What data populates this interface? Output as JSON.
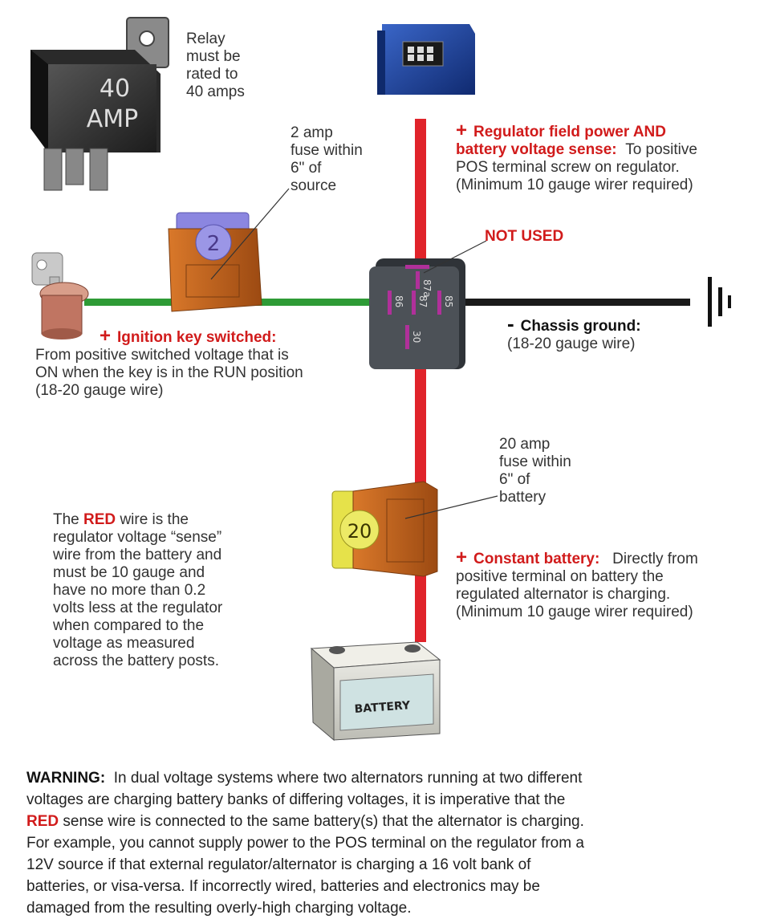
{
  "relay_icon": {
    "label_top": "40",
    "label_bottom": "AMP"
  },
  "relay_note": [
    "Relay",
    "must be",
    "rated to",
    "40 amps"
  ],
  "fuse_small": {
    "label": "2",
    "note": [
      "2 amp",
      "fuse within",
      "6\" of",
      "source"
    ]
  },
  "fuse_large": {
    "label": "20",
    "note": [
      "20 amp",
      "fuse within",
      "6\" of",
      "battery"
    ]
  },
  "relay_pins": {
    "p87a": "87a",
    "p86": "86",
    "p87": "87",
    "p85": "85",
    "p30": "30"
  },
  "not_used": "NOT USED",
  "regulator_field": {
    "plus": "+",
    "title_line1": "Regulator field power AND",
    "title_line2": "battery voltage sense:",
    "line2_rest": "To positive",
    "line3": "POS terminal screw on regulator.",
    "line4": "(Minimum 10 gauge wirer required)"
  },
  "ignition": {
    "plus": "+",
    "title": "Ignition key switched:",
    "line1": "From positive switched voltage that is",
    "line2": "ON when the key is in the RUN position",
    "line3": "(18-20 gauge wire)"
  },
  "chassis": {
    "minus": "-",
    "title": "Chassis ground:",
    "line1": "(18-20 gauge wire)"
  },
  "constant_battery": {
    "plus": "+",
    "title": "Constant battery:",
    "line1_rest": "Directly from",
    "line2": "positive terminal on battery the",
    "line3": "regulated alternator is charging.",
    "line4": "(Minimum 10 gauge wirer required)"
  },
  "red_note": {
    "prefix": "The",
    "red_word": "RED",
    "suffix": "wire is the",
    "lines": [
      "regulator voltage “sense”",
      "wire from the battery and",
      "must be 10 gauge and",
      "have no more than 0.2",
      "volts less at the regulator",
      "when compared to the",
      "voltage as measured",
      "across the battery posts."
    ]
  },
  "battery_label": "BATTERY",
  "warning": {
    "label": "WARNING:",
    "line1": "In dual voltage systems where two alternators running at two different",
    "line2": "voltages are charging battery banks of differing voltages, it is imperative that the",
    "line3_red": "RED",
    "line3": "sense wire is connected to the same battery(s) that the alternator is charging.",
    "line4": "For example, you cannot supply power to the POS terminal on the regulator from a",
    "line5": "12V source if that external regulator/alternator is charging a 16 volt bank of",
    "line6": "batteries, or visa-versa.  If incorrectly wired, batteries and electronics may be",
    "line7": "damaged from the resulting overly-high charging voltage."
  },
  "colors": {
    "red_wire": "#e0232a",
    "green_wire": "#2e9b36",
    "black_wire": "#1a1a1a",
    "accent_red": "#d11b1b",
    "fuse_orange": "#c8661e",
    "pin_magenta": "#b0309a"
  }
}
